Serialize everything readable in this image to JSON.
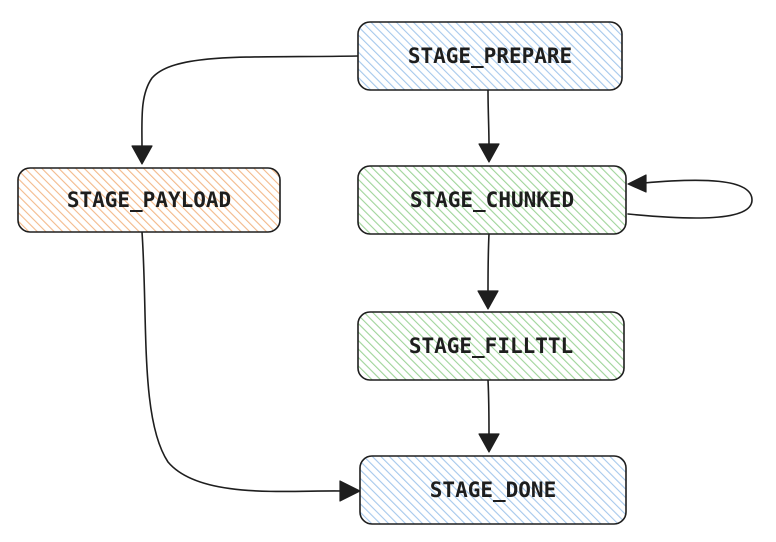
{
  "nodes": [
    {
      "id": "prepare",
      "label": "STAGE_PREPARE",
      "color": "#a5c8ec"
    },
    {
      "id": "payload",
      "label": "STAGE_PAYLOAD",
      "color": "#f3b98a"
    },
    {
      "id": "chunked",
      "label": "STAGE_CHUNKED",
      "color": "#9fd49a"
    },
    {
      "id": "fillttl",
      "label": "STAGE_FILLTTL",
      "color": "#9fd49a"
    },
    {
      "id": "done",
      "label": "STAGE_DONE",
      "color": "#a5c8ec"
    }
  ],
  "edges": [
    {
      "from": "prepare",
      "to": "payload"
    },
    {
      "from": "prepare",
      "to": "chunked"
    },
    {
      "from": "chunked",
      "to": "chunked"
    },
    {
      "from": "chunked",
      "to": "fillttl"
    },
    {
      "from": "fillttl",
      "to": "done"
    },
    {
      "from": "payload",
      "to": "done"
    }
  ],
  "colors": {
    "stroke": "#1e1e1e",
    "blue": "#a5c8ec",
    "orange": "#f3b98a",
    "green": "#9fd49a"
  }
}
